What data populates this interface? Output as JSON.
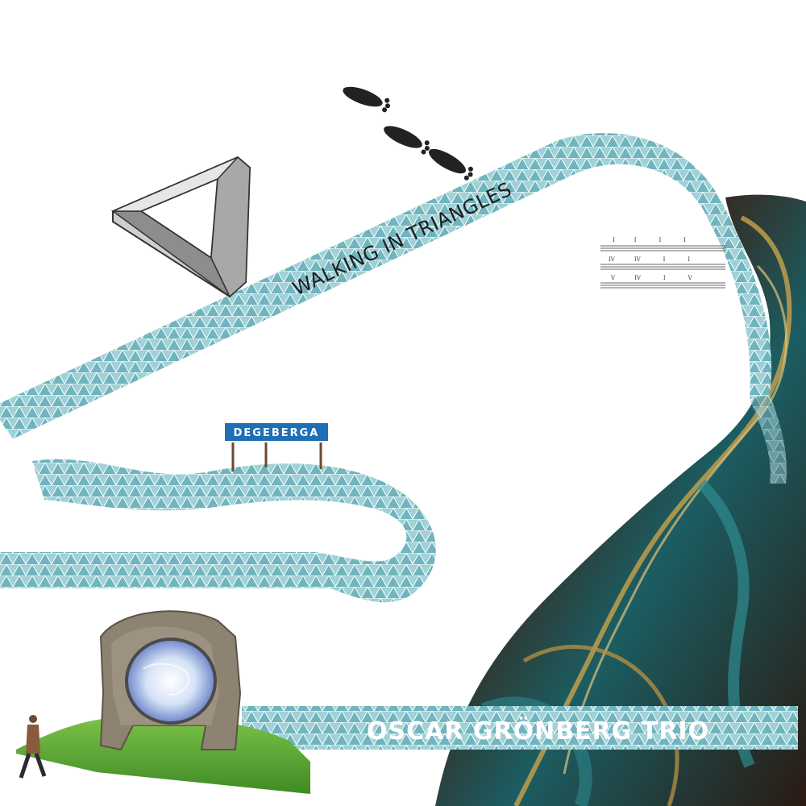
{
  "album": {
    "title": "WALKING IN TRIANGLES",
    "artist": "OSCAR GRÖNBERG TRIO",
    "sign": "DEGEBERGA"
  },
  "notation": {
    "row1": [
      "I",
      "I",
      "I",
      "I"
    ],
    "row2": [
      "IV",
      "IV",
      "I",
      "I"
    ],
    "row3": [
      "V",
      "IV",
      "I",
      "V"
    ]
  },
  "colors": {
    "ribbon": "#7fc0c8",
    "ribbon_dark": "#4f9aa6",
    "sign_blue": "#1f6fb5",
    "grass": "#4f9a2e",
    "marble_dark": "#3a2418",
    "marble_teal": "#1f6f73"
  },
  "icons": [
    "footprint-icon",
    "penrose-triangle-icon",
    "portal-arch-icon",
    "walking-man-icon"
  ]
}
